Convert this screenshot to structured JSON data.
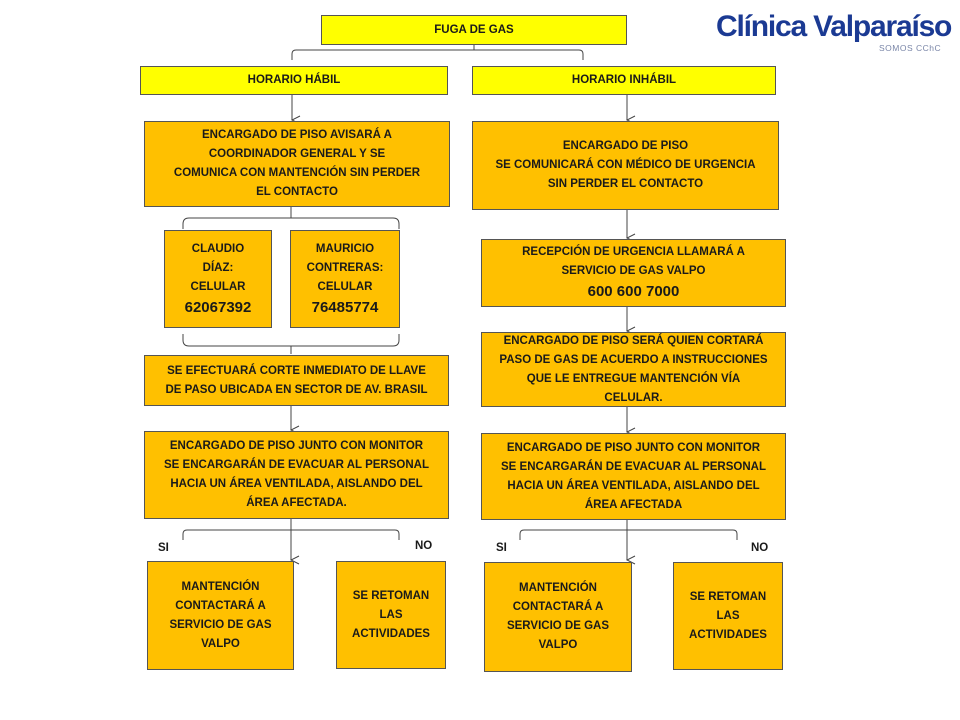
{
  "logo": {
    "name": "Clínica Valparaíso",
    "tagline": "SOMOS CChC",
    "color": "#1b3a93"
  },
  "colors": {
    "header_fill": "#ffff00",
    "box_fill": "#ffc000",
    "line": "#444444"
  },
  "title": "FUGA DE GAS",
  "left": {
    "header": "HORARIO HÁBIL",
    "step1": [
      "ENCARGADO DE PISO AVISARÁ A",
      "COORDINADOR GENERAL Y SE",
      "COMUNICA CON MANTENCIÓN SIN PERDER",
      "EL CONTACTO"
    ],
    "contact1": {
      "lines": [
        "CLAUDIO",
        "DÍAZ:",
        "CELULAR"
      ],
      "phone": "62067392"
    },
    "contact2": {
      "lines": [
        "MAURICIO",
        "CONTRERAS:",
        "CELULAR"
      ],
      "phone": "76485774"
    },
    "step2": [
      "SE EFECTUARÁ CORTE INMEDIATO DE LLAVE",
      "DE PASO UBICADA EN  SECTOR DE AV. BRASIL"
    ],
    "step3": [
      "ENCARGADO DE PISO JUNTO CON MONITOR",
      "SE ENCARGARÁN DE EVACUAR AL PERSONAL",
      "HACIA UN ÁREA VENTILADA,  AISLANDO DEL",
      "ÁREA AFECTADA."
    ],
    "yes_label": "SI",
    "no_label": "NO",
    "yes_box": [
      "MANTENCIÓN",
      "CONTACTARÁ A",
      "SERVICIO DE GAS",
      "VALPO"
    ],
    "no_box": [
      "SE RETOMAN",
      "LAS",
      "ACTIVIDADES"
    ]
  },
  "right": {
    "header": "HORARIO INHÁBIL",
    "step1": [
      "ENCARGADO DE PISO",
      "SE COMUNICARÁ CON MÉDICO DE URGENCIA",
      "SIN PERDER EL CONTACTO"
    ],
    "step2": {
      "lines": [
        "RECEPCIÓN DE URGENCIA LLAMARÁ A",
        "SERVICIO DE GAS VALPO"
      ],
      "phone": "600 600 7000"
    },
    "step3": [
      "ENCARGADO DE PISO SERÁ QUIEN CORTARÁ",
      "PASO DE GAS DE ACUERDO A INSTRUCCIONES",
      "QUE LE ENTREGUE MANTENCIÓN VÍA",
      "CELULAR."
    ],
    "step4": [
      "ENCARGADO DE PISO JUNTO CON MONITOR",
      "SE ENCARGARÁN DE EVACUAR AL PERSONAL",
      "HACIA UN ÁREA VENTILADA, AISLANDO DEL",
      "ÁREA AFECTADA"
    ],
    "yes_label": "SI",
    "no_label": "NO",
    "yes_box": [
      "MANTENCIÓN",
      "CONTACTARÁ A",
      "SERVICIO DE GAS",
      "VALPO"
    ],
    "no_box": [
      "SE RETOMAN",
      "LAS",
      "ACTIVIDADES"
    ]
  }
}
